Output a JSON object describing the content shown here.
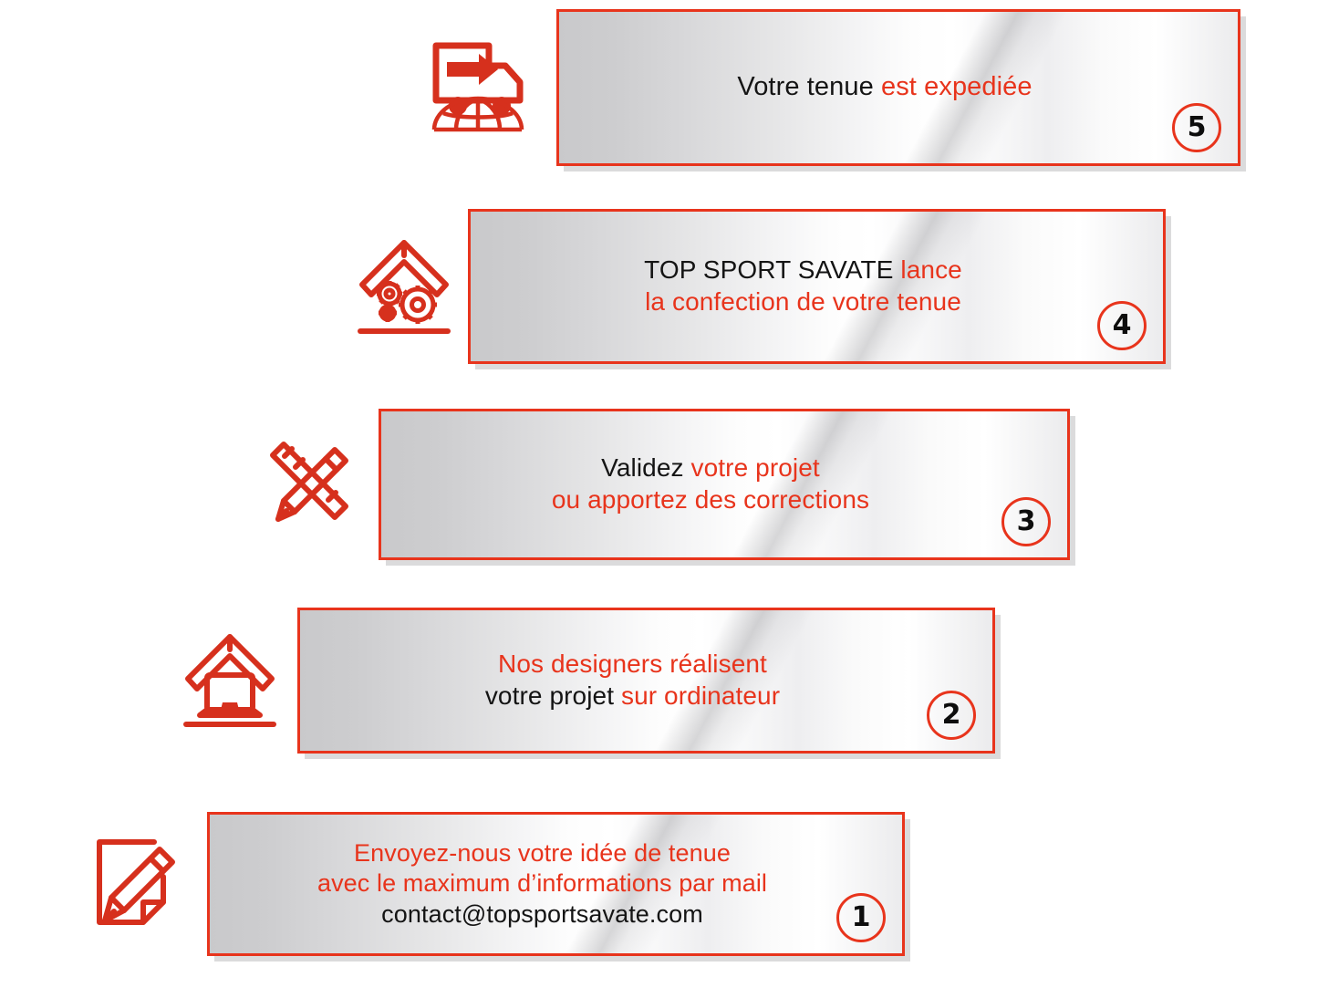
{
  "accent_color": "#e8341c",
  "text_color": "#141414",
  "background": "#ffffff",
  "steps": [
    {
      "number": "1",
      "icon": "document-pencil-icon",
      "lines": [
        {
          "segments": [
            {
              "text": "Envoyez-nous votre idée de tenue",
              "color": "red"
            }
          ]
        },
        {
          "segments": [
            {
              "text": "avec le maximum d’informations par mail",
              "color": "red"
            }
          ]
        },
        {
          "segments": [
            {
              "text": "contact@topsportsavate.com",
              "color": "black"
            }
          ]
        }
      ]
    },
    {
      "number": "2",
      "icon": "roof-laptop-icon",
      "lines": [
        {
          "segments": [
            {
              "text": "Nos designers réalisent",
              "color": "red"
            }
          ]
        },
        {
          "segments": [
            {
              "text": "votre projet ",
              "color": "black"
            },
            {
              "text": "sur ordinateur",
              "color": "red"
            }
          ]
        }
      ]
    },
    {
      "number": "3",
      "icon": "ruler-pencil-icon",
      "lines": [
        {
          "segments": [
            {
              "text": "Validez ",
              "color": "black"
            },
            {
              "text": "votre projet",
              "color": "red"
            }
          ]
        },
        {
          "segments": [
            {
              "text": "ou apportez des corrections",
              "color": "red"
            }
          ]
        }
      ]
    },
    {
      "number": "4",
      "icon": "roof-gears-icon",
      "lines": [
        {
          "segments": [
            {
              "text": "TOP SPORT SAVATE ",
              "color": "black"
            },
            {
              "text": "lance",
              "color": "red"
            }
          ]
        },
        {
          "segments": [
            {
              "text": "la confection de votre tenue",
              "color": "red"
            }
          ]
        }
      ]
    },
    {
      "number": "5",
      "icon": "delivery-truck-globe-icon",
      "lines": [
        {
          "segments": [
            {
              "text": "Votre tenue ",
              "color": "black"
            },
            {
              "text": "est expediée",
              "color": "red"
            }
          ]
        }
      ]
    }
  ]
}
